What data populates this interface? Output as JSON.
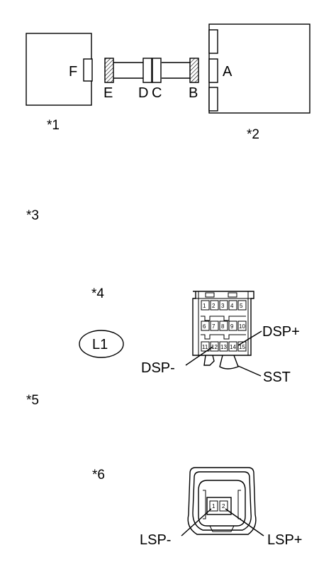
{
  "figure1": {
    "connector_labels": {
      "f": "F",
      "e": "E",
      "d": "D",
      "c": "C",
      "b": "B",
      "a": "A"
    },
    "ref1": "*1",
    "ref2": "*2"
  },
  "ref3": "*3",
  "figure2": {
    "ref4": "*4",
    "oval_label": "L1",
    "pins": [
      "1",
      "2",
      "3",
      "4",
      "5",
      "6",
      "7",
      "8",
      "9",
      "10",
      "11",
      "12",
      "13",
      "14",
      "15"
    ],
    "callouts": {
      "dsp_plus": "DSP+",
      "dsp_minus": "DSP-",
      "sst": "SST"
    }
  },
  "ref5": "*5",
  "figure3": {
    "ref6": "*6",
    "pins": [
      "1",
      "2"
    ],
    "callouts": {
      "lsp_minus": "LSP-",
      "lsp_plus": "LSP+"
    }
  }
}
